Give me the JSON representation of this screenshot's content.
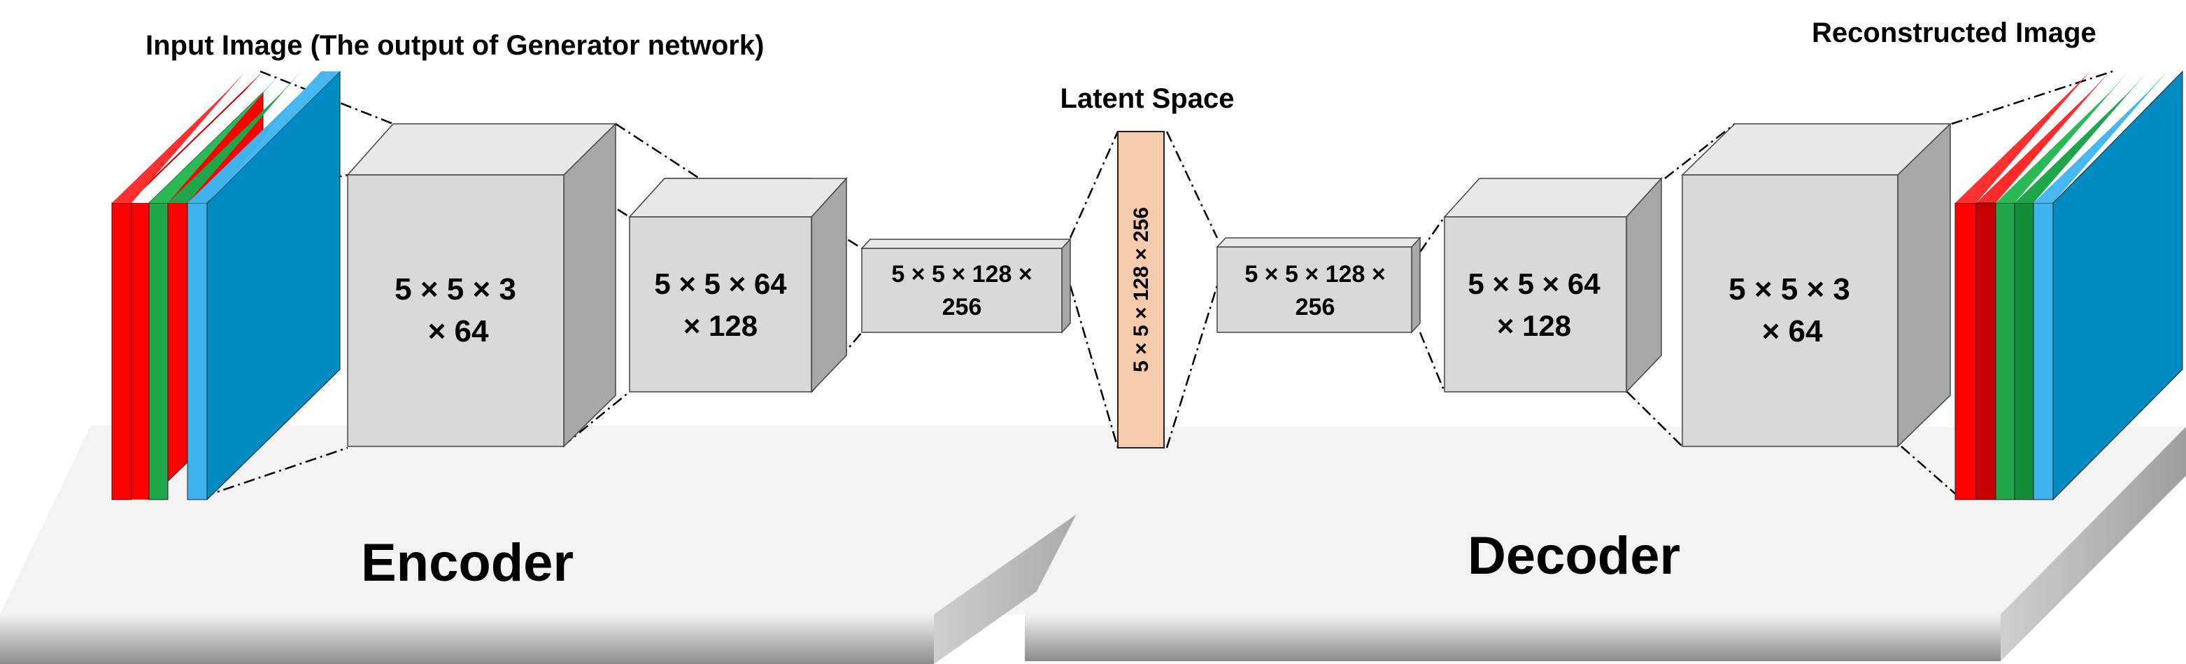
{
  "labels": {
    "input_title": "Input Image (The output of Generator network)",
    "output_title": "Reconstructed Image",
    "latent_title": "Latent Space",
    "encoder": "Encoder",
    "decoder": "Decoder"
  },
  "encoder_blocks": [
    {
      "line1": "5  ×  5 × 3",
      "line2": "× 64"
    },
    {
      "line1": "5 × 5 × 64",
      "line2": "× 128"
    },
    {
      "line1": "5 × 5 × 128 ×",
      "line2": "256"
    }
  ],
  "latent": {
    "text": "5 × 5 × 128 × 256"
  },
  "decoder_blocks": [
    {
      "line1": "5 × 5 × 128 ×",
      "line2": "256"
    },
    {
      "line1": "5 × 5 × 64",
      "line2": "× 128"
    },
    {
      "line1": "5  ×  5 × 3",
      "line2": "× 64"
    }
  ],
  "colors": {
    "red": "#ff0000",
    "green": "#1fa64a",
    "blue": "#008ac2",
    "light_blue": "#3fb3ec",
    "cube_front": "#d9d9d9",
    "cube_top": "#e8e8e8",
    "cube_side": "#a8a8a8",
    "latent_fill": "#f8cbad",
    "platform_top": "#f2f2f2",
    "platform_front_top": "#f0f0f0",
    "platform_front_bottom": "#8c8c8c",
    "platform_side": "#bdbdbd"
  }
}
